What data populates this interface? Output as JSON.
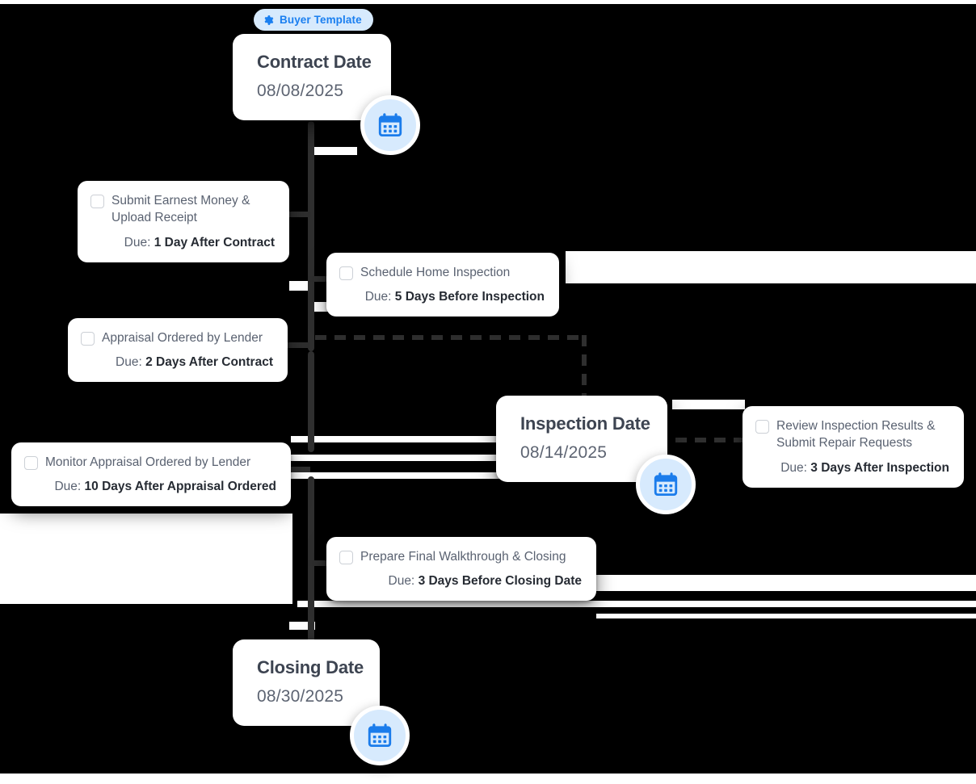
{
  "meta": {
    "title": "Buyer Transaction Timeline",
    "background_color": "#000000",
    "accent_color": "#1a7ff0",
    "accent_soft_color": "#d7eafd",
    "card_color": "#ffffff",
    "connector_color": "#2f2f2f"
  },
  "template_pill": {
    "label": "Buyer Template",
    "icon": "gear-icon"
  },
  "milestones": [
    {
      "id": "contract",
      "title": "Contract Date",
      "date": "08/08/2025",
      "icon": "calendar-icon"
    },
    {
      "id": "inspection",
      "title": "Inspection Date",
      "date": "08/14/2025",
      "icon": "calendar-icon"
    },
    {
      "id": "closing",
      "title": "Closing Date",
      "date": "08/30/2025",
      "icon": "calendar-icon"
    }
  ],
  "tasks": [
    {
      "id": "earnest",
      "label": "Submit Earnest Money & Upload Receipt",
      "due_prefix": "Due:",
      "due_value": "1 Day After Contract",
      "checked": false
    },
    {
      "id": "schedule",
      "label": "Schedule Home Inspection",
      "due_prefix": "Due:",
      "due_value": "5 Days Before Inspection",
      "checked": false
    },
    {
      "id": "appraisal",
      "label": "Appraisal Ordered by Lender",
      "due_prefix": "Due:",
      "due_value": "2 Days After Contract",
      "checked": false
    },
    {
      "id": "monitor",
      "label": "Monitor Appraisal Ordered by Lender",
      "due_prefix": "Due:",
      "due_value": "10 Days After Appraisal Ordered",
      "checked": false
    },
    {
      "id": "review",
      "label": "Review Inspection Results & Submit Repair Requests",
      "due_prefix": "Due:",
      "due_value": "3 Days After Inspection",
      "checked": false
    },
    {
      "id": "walkthrough",
      "label": "Prepare Final Walkthrough & Closing",
      "due_prefix": "Due:",
      "due_value": "3 Days Before Closing Date",
      "checked": false
    }
  ]
}
